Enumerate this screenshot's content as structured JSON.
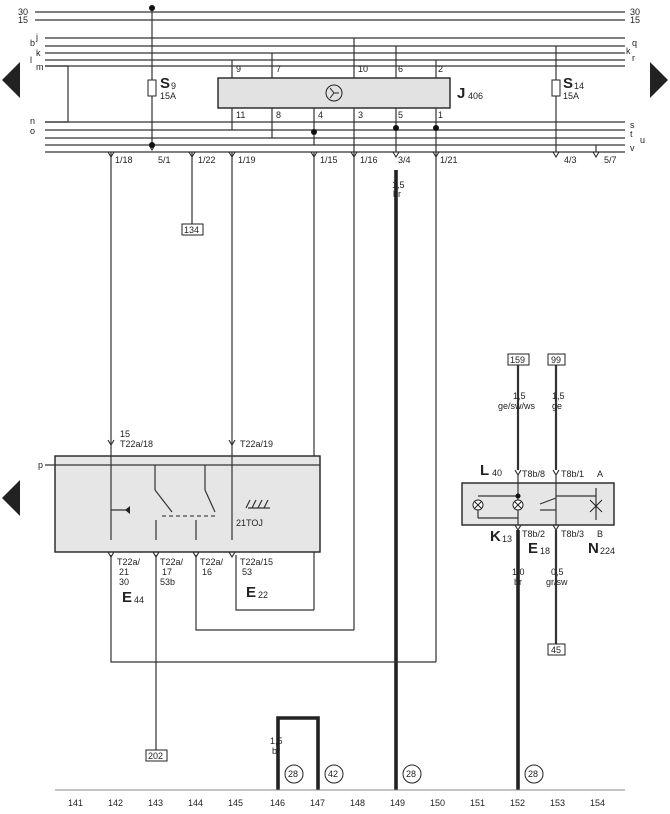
{
  "bus": {
    "left_labels": [
      "30",
      "15",
      "b",
      "j",
      "k",
      "l",
      "m",
      "n",
      "o"
    ],
    "right_labels": [
      "30",
      "15",
      "q",
      "k",
      "r",
      "s",
      "t",
      "u",
      "v"
    ]
  },
  "relay": {
    "code_letter": "J",
    "code_sub": "406",
    "top_pins": [
      "9",
      "7",
      "10",
      "6",
      "2"
    ],
    "bottom_pins": [
      "11",
      "8",
      "4",
      "3",
      "5",
      "1"
    ]
  },
  "fuses": [
    {
      "letter": "S",
      "sub": "9",
      "rating": "15A"
    },
    {
      "letter": "S",
      "sub": "14",
      "rating": "15A"
    }
  ],
  "connectors_top": [
    "1/18",
    "5/1",
    "1/22",
    "1/19",
    "1/15",
    "1/16",
    "3/4",
    "1/21",
    "4/3",
    "5/7"
  ],
  "wire_labels": [
    {
      "size": "1,5",
      "color": "br"
    },
    {
      "size": "1,5",
      "color": "ge/sw/ws"
    },
    {
      "size": "1,5",
      "color": "ge"
    },
    {
      "size": "1,0",
      "color": "br"
    },
    {
      "size": "0,5",
      "color": "gr/sw"
    },
    {
      "size": "1,5",
      "color": "br"
    }
  ],
  "refs": [
    "134",
    "202",
    "159",
    "99",
    "45"
  ],
  "switch_block": {
    "side_label": "p",
    "top_pins": [
      {
        "line1": "15",
        "line2": "T22a/18"
      },
      {
        "line1": "",
        "line2": "T22a/19"
      }
    ],
    "bottom_pins": [
      {
        "line1": "T22a/",
        "line2": "21",
        "line3": "30"
      },
      {
        "line1": "T22a/",
        "line2": "17",
        "line3": "53b"
      },
      {
        "line1": "T22a/",
        "line2": "16",
        "line3": ""
      },
      {
        "line1": "T22a/15",
        "line2": "53",
        "line3": ""
      }
    ],
    "inner_label": "21TOJ",
    "component_e44": {
      "letter": "E",
      "sub": "44"
    },
    "component_e22": {
      "letter": "E",
      "sub": "22"
    }
  },
  "right_block": {
    "l40": {
      "letter": "L",
      "sub": "40"
    },
    "k13": {
      "letter": "K",
      "sub": "13"
    },
    "e18": {
      "letter": "E",
      "sub": "18"
    },
    "n224": {
      "letter": "N",
      "sub": "224"
    },
    "pins": [
      "T8b/8",
      "T8b/1",
      "T8b/2",
      "T8b/3"
    ],
    "a_label": "A",
    "b_label": "B"
  },
  "ground_circles": [
    "28",
    "42",
    "28",
    "28"
  ],
  "bottom_numbers": [
    "141",
    "142",
    "143",
    "144",
    "145",
    "146",
    "147",
    "148",
    "149",
    "150",
    "151",
    "152",
    "153",
    "154"
  ]
}
